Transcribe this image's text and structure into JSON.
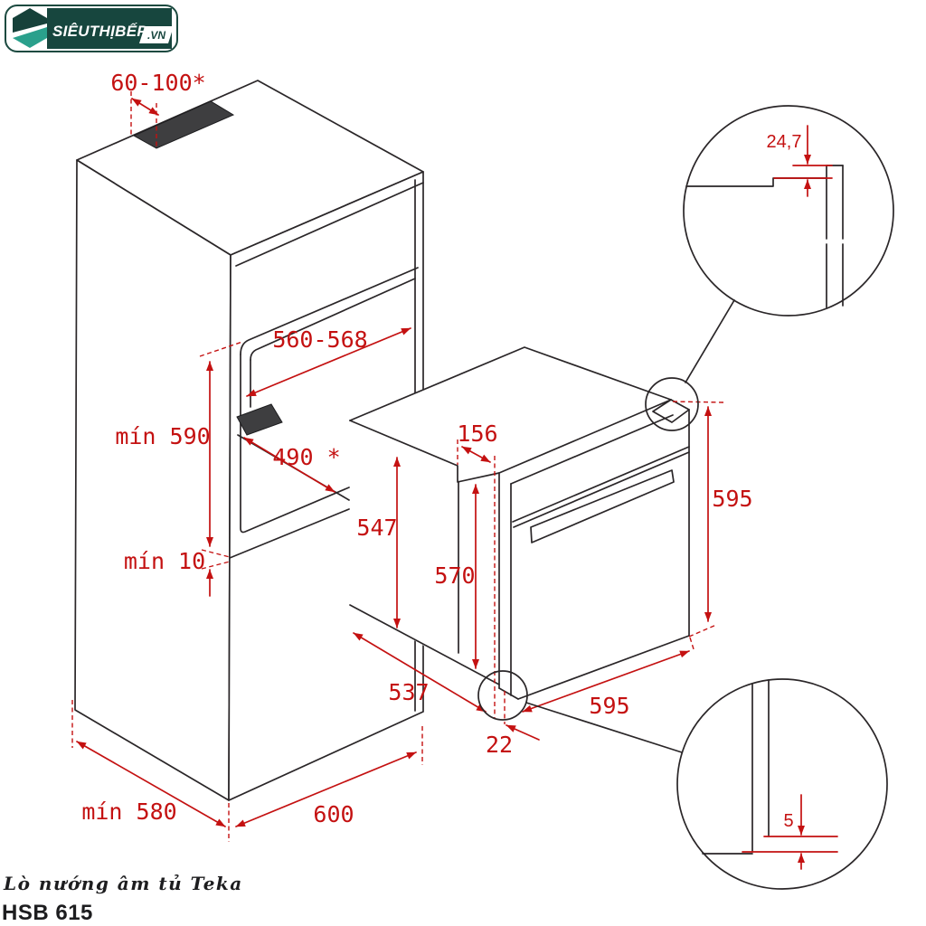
{
  "logo": {
    "brand": "SIÊUTHỊBẾP",
    "tld": ".VN"
  },
  "footer": {
    "product_line": "Lò nướng âm tủ Teka",
    "model": "HSB 615"
  },
  "colors": {
    "dimension_red": "#c41111",
    "line_black": "#2a2628",
    "vent_dark": "#3e3e40",
    "logo_green": "#17463e",
    "logo_teal": "#2aa08c"
  },
  "dimensions": {
    "cabinet": {
      "top_vent": "60-100*",
      "niche_width": "560-568",
      "niche_height": "mín 590",
      "niche_depth": "490 *",
      "bottom_gap": "mín 10",
      "depth": "mín 580",
      "width": "600"
    },
    "oven": {
      "body_height": "547",
      "front_height": "570",
      "top_recess": "156",
      "height": "595",
      "width": "595",
      "body_depth": "537",
      "front_lip": "22"
    },
    "details": {
      "top_overlap": "24,7",
      "bottom_gap": "5"
    }
  }
}
